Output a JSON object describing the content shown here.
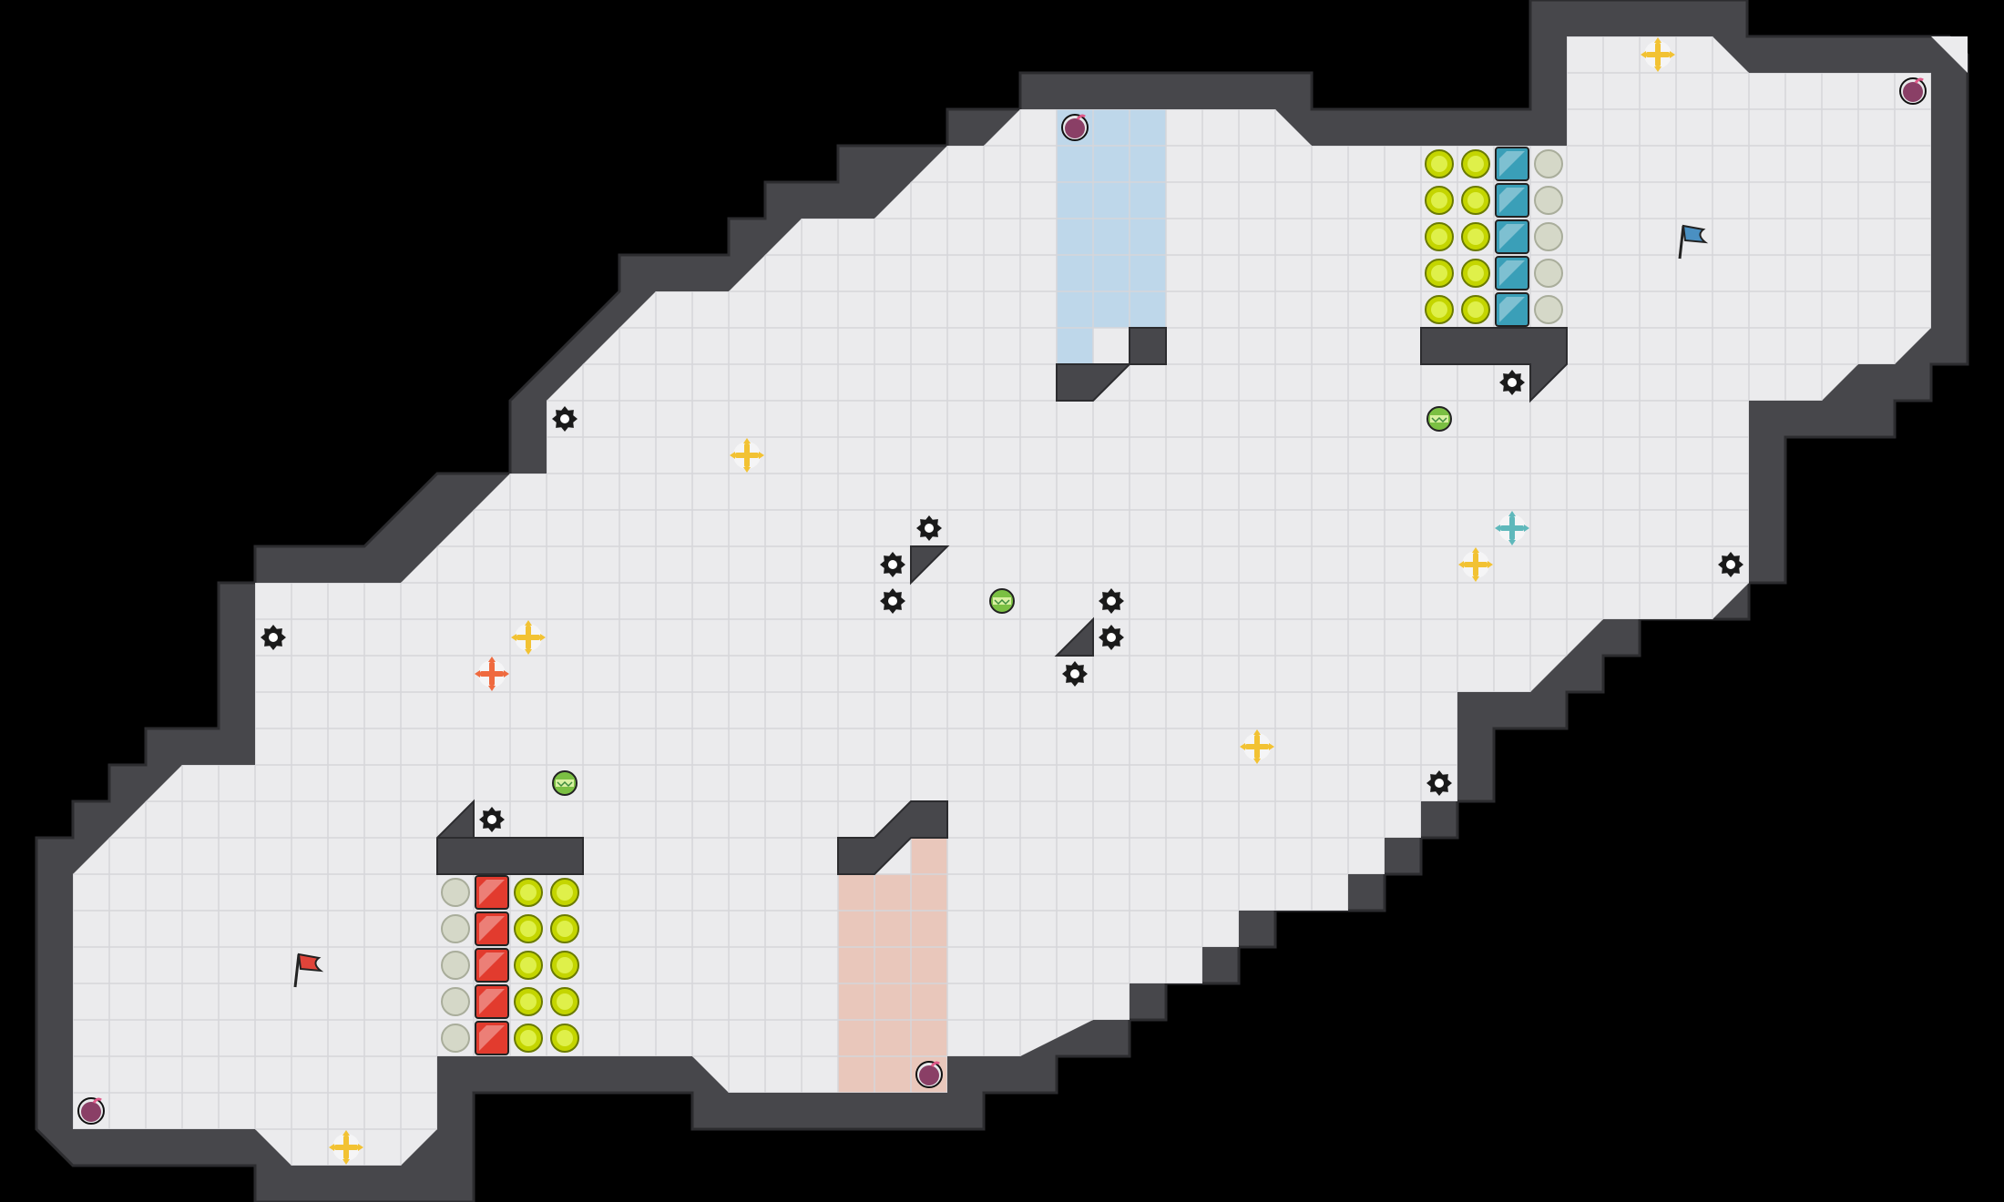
{
  "game": {
    "type": "capture-the-flag-arena",
    "teams": [
      {
        "name": "red",
        "flag_color": "#e0443a",
        "floor_tint": "#e9c5b8",
        "gate_color": "#e23b2e"
      },
      {
        "name": "blue",
        "flag_color": "#4a90c2",
        "floor_tint": "#bcd6ea",
        "gate_color": "#3a9fb8"
      }
    ]
  },
  "palette": {
    "background": "#000000",
    "wall": "#47474b",
    "wall_edge": "#2c2c2f",
    "floor": "#ebebed",
    "grid": "#d6d6da",
    "boost_yellow": "#f2c233",
    "boost_red": "#ef6a3f",
    "boost_blue": "#5fb8bb",
    "button": "#c4d500",
    "bomb": "#8a3f66",
    "spike": "#1a1a1a"
  },
  "tiles": {
    "red_flag": "red-flag-icon",
    "blue_flag": "blue-flag-icon",
    "spike": "spike-icon",
    "boost": "speed-boost-icon",
    "bomb": "bomb-icon",
    "powerup": "powerup-icon",
    "button": "button-icon",
    "gate": "gate-icon"
  }
}
